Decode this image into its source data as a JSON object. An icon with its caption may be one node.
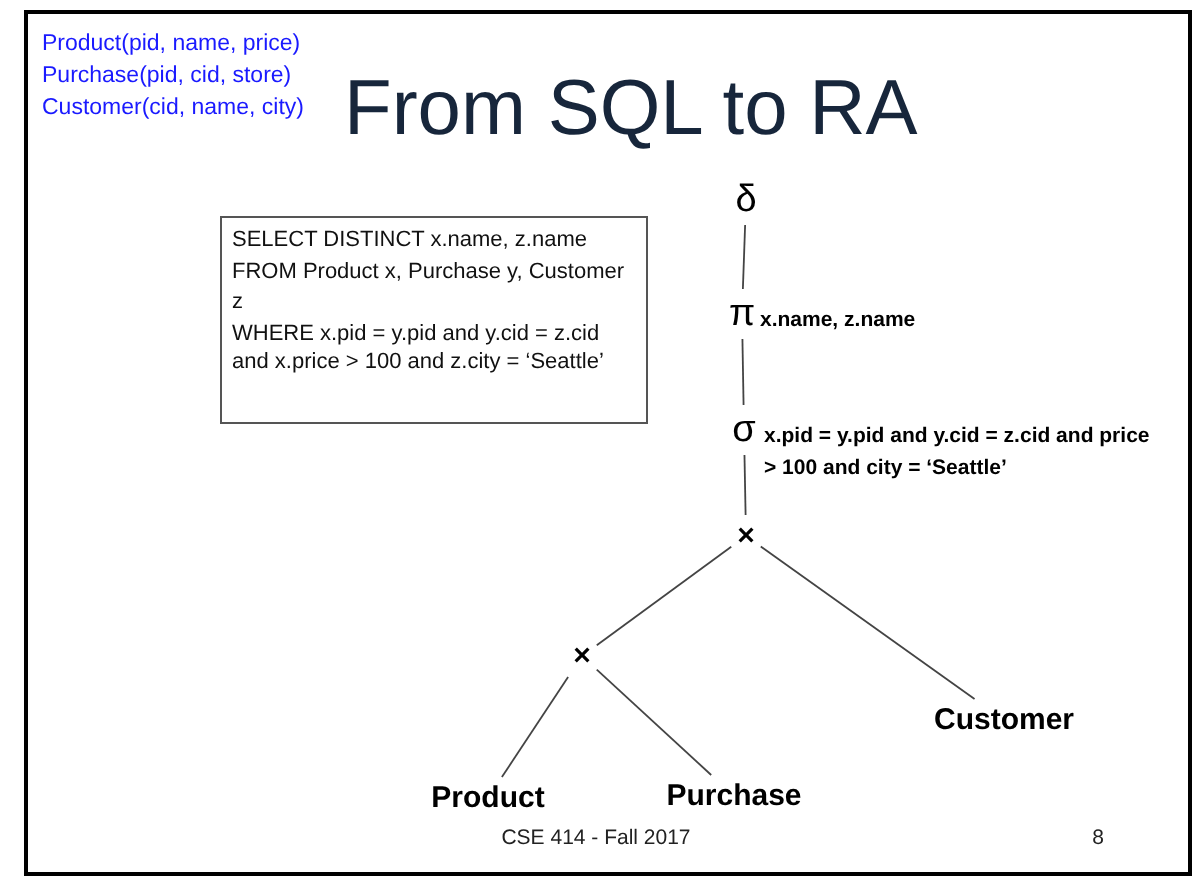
{
  "diagram": {
    "title": "From SQL to RA",
    "nodes": [
      {
        "text": [
          "SELECT DISTINCT x.name, z.name",
          "FROM Product x, Purchase y, Customer z",
          "WHERE x.pid = y.pid and y.cid = z.cid and x.price > 100 and z.city =  ‘Seattle’"
        ]
      },
      {
        "text": [
          "δ"
        ]
      },
      {
        "text": [
          "π"
        ],
        "beside": [
          "x.name, z.name"
        ]
      },
      {
        "text": [
          "σ"
        ],
        "beside": [
          "x.pid = y.pid and y.cid = z.cid and price > 100 and city = ‘Seattle’"
        ]
      },
      {
        "text": [
          "×"
        ]
      },
      {
        "text": [
          "×"
        ]
      },
      {
        "text": [
          "Product"
        ]
      },
      {
        "text": [
          "Purchase"
        ]
      },
      {
        "text": [
          "Customer"
        ]
      }
    ],
    "edges": [
      {
        "from": 1,
        "to": 2,
        "arrow": "none"
      },
      {
        "from": 2,
        "to": 3,
        "arrow": "none"
      },
      {
        "from": 3,
        "to": 4,
        "arrow": "none"
      },
      {
        "from": 4,
        "to": 5,
        "arrow": "none"
      },
      {
        "from": 4,
        "to": 8,
        "arrow": "none"
      },
      {
        "from": 5,
        "to": 6,
        "arrow": "none"
      },
      {
        "from": 5,
        "to": 7,
        "arrow": "none"
      }
    ],
    "labels": [
      "Product(pid, name, price)",
      "Purchase(pid, cid, store)",
      "Customer(cid, name, city)",
      "CSE 414 - Fall 2017",
      "8"
    ]
  }
}
